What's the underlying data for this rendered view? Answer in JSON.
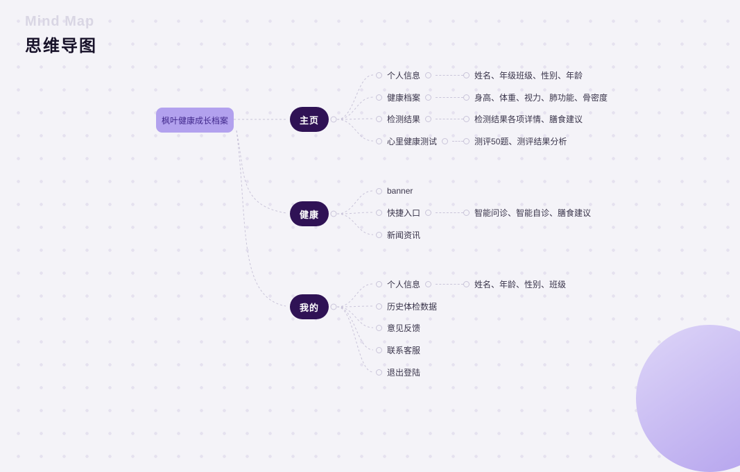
{
  "page": {
    "subtitle": "Mind Map",
    "title": "思维导图"
  },
  "root": {
    "label": "枫叶健康成长档案"
  },
  "branches": [
    {
      "label": "主页",
      "children": [
        {
          "label": "个人信息",
          "detail": "姓名、年级班级、性别、年龄"
        },
        {
          "label": "健康档案",
          "detail": "身高、体重、视力、肺功能、骨密度"
        },
        {
          "label": "检测结果",
          "detail": "检测结果各项详情、膳食建议"
        },
        {
          "label": "心里健康测试",
          "detail": "测评50题、测评结果分析"
        }
      ]
    },
    {
      "label": "健康",
      "children": [
        {
          "label": "banner",
          "detail": ""
        },
        {
          "label": "快捷入口",
          "detail": "智能问诊、智能自诊、膳食建议"
        },
        {
          "label": "新闻资讯",
          "detail": ""
        }
      ]
    },
    {
      "label": "我的",
      "children": [
        {
          "label": "个人信息",
          "detail": "姓名、年龄、性别、班级"
        },
        {
          "label": "历史体检数据",
          "detail": ""
        },
        {
          "label": "意见反馈",
          "detail": ""
        },
        {
          "label": "联系客服",
          "detail": ""
        },
        {
          "label": "退出登陆",
          "detail": ""
        }
      ]
    }
  ],
  "colors": {
    "background": "#f4f3f8",
    "dot": "#e5e1ef",
    "root_bg": "#b2a1ee",
    "root_text": "#41288c",
    "branch_bg": "#2f1255",
    "branch_text": "#ffffff",
    "connector": "#c9c4d9",
    "corner_gradient_start": "#ded6f8",
    "corner_gradient_end": "#b7a6ee"
  }
}
